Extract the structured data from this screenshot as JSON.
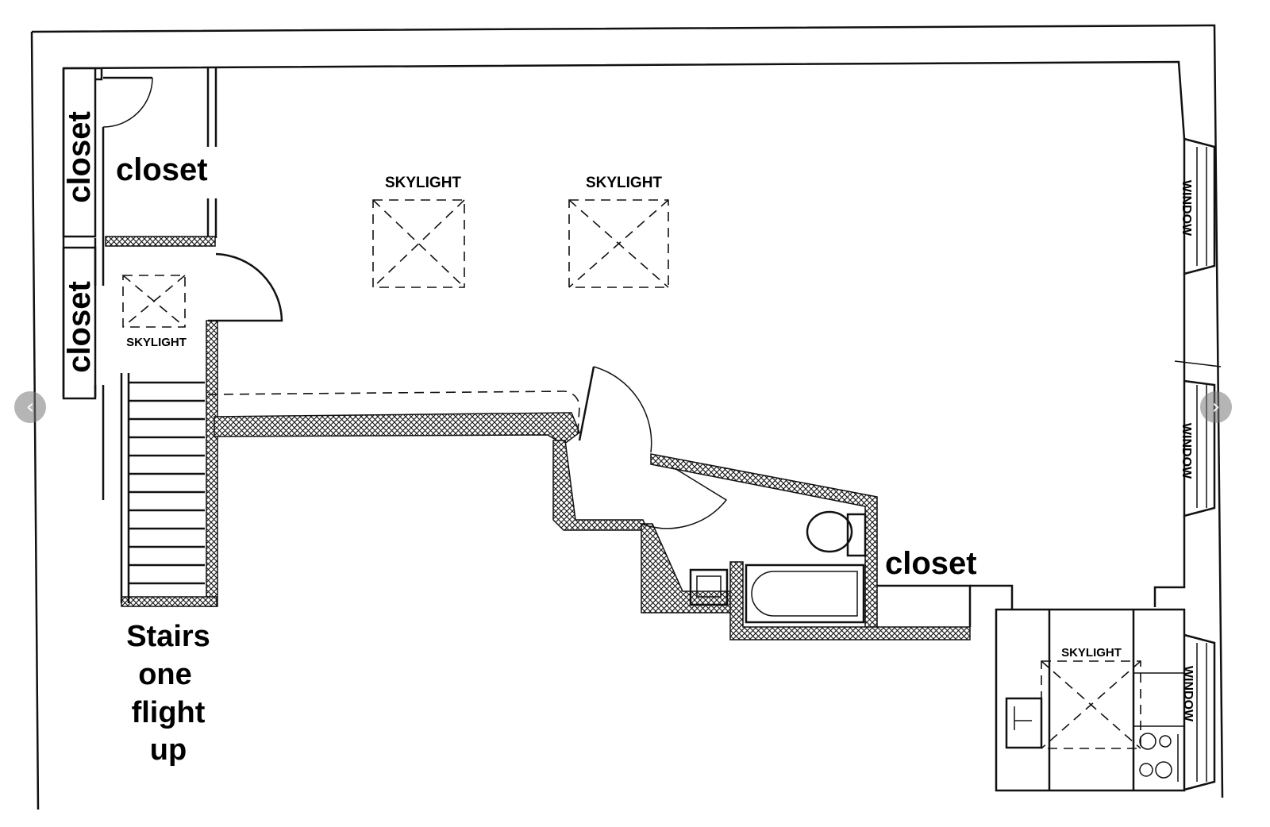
{
  "floorplan": {
    "rooms": {
      "closet_vertical_top": "closet",
      "closet_vertical_bottom": "closet",
      "closet_main": "closet",
      "closet_bath": "closet"
    },
    "skylights": {
      "left_center": "SKYLIGHT",
      "right_center": "SKYLIGHT",
      "stair_hall": "SKYLIGHT",
      "kitchen": "SKYLIGHT"
    },
    "windows": {
      "upper": "WINDOW",
      "middle": "WINDOW",
      "lower": "WINDOW"
    },
    "stairs": {
      "line1": "Stairs",
      "line2": "one",
      "line3": "flight",
      "line4": "up"
    }
  },
  "navigation": {
    "prev_icon": "chevron-left-icon",
    "next_icon": "chevron-right-icon",
    "prev_glyph": "‹",
    "next_glyph": "›"
  }
}
